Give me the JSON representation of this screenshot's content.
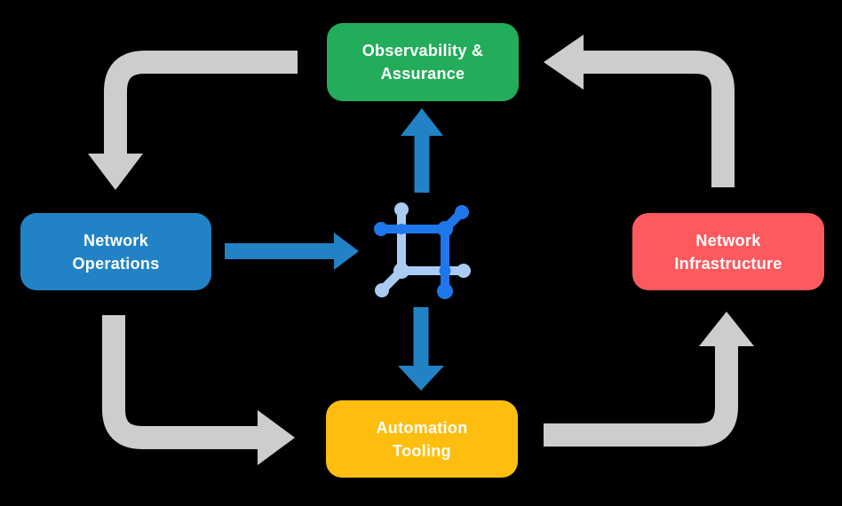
{
  "diagram": {
    "background": "#000000",
    "text_color": "#ffffff"
  },
  "nodes": [
    {
      "id": "observability-assurance",
      "label": "Observability &\nAssurance",
      "color": "#23AC5A"
    },
    {
      "id": "network-operations",
      "label": "Network\nOperations",
      "color": "#2183C5"
    },
    {
      "id": "network-infrastructure",
      "label": "Network\nInfrastructure",
      "color": "#FC5A5F"
    },
    {
      "id": "automation-tooling",
      "label": "Automation\nTooling",
      "color": "#FDBE10"
    }
  ],
  "center_icon": {
    "name": "network-automation-icon",
    "dark_color": "#1E78EB",
    "light_color": "#A9CBF4"
  },
  "flows": {
    "cycle_color": "#CDCDCD",
    "center_arrow_color": "#2183C5",
    "cycle": [
      {
        "from": "observability-assurance",
        "to": "network-operations"
      },
      {
        "from": "network-operations",
        "to": "automation-tooling"
      },
      {
        "from": "automation-tooling",
        "to": "network-infrastructure"
      },
      {
        "from": "network-infrastructure",
        "to": "observability-assurance"
      }
    ],
    "center": [
      {
        "from": "network-operations",
        "to": "network-automation-icon"
      },
      {
        "from": "network-automation-icon",
        "to": "observability-assurance"
      },
      {
        "from": "network-automation-icon",
        "to": "automation-tooling"
      }
    ]
  }
}
